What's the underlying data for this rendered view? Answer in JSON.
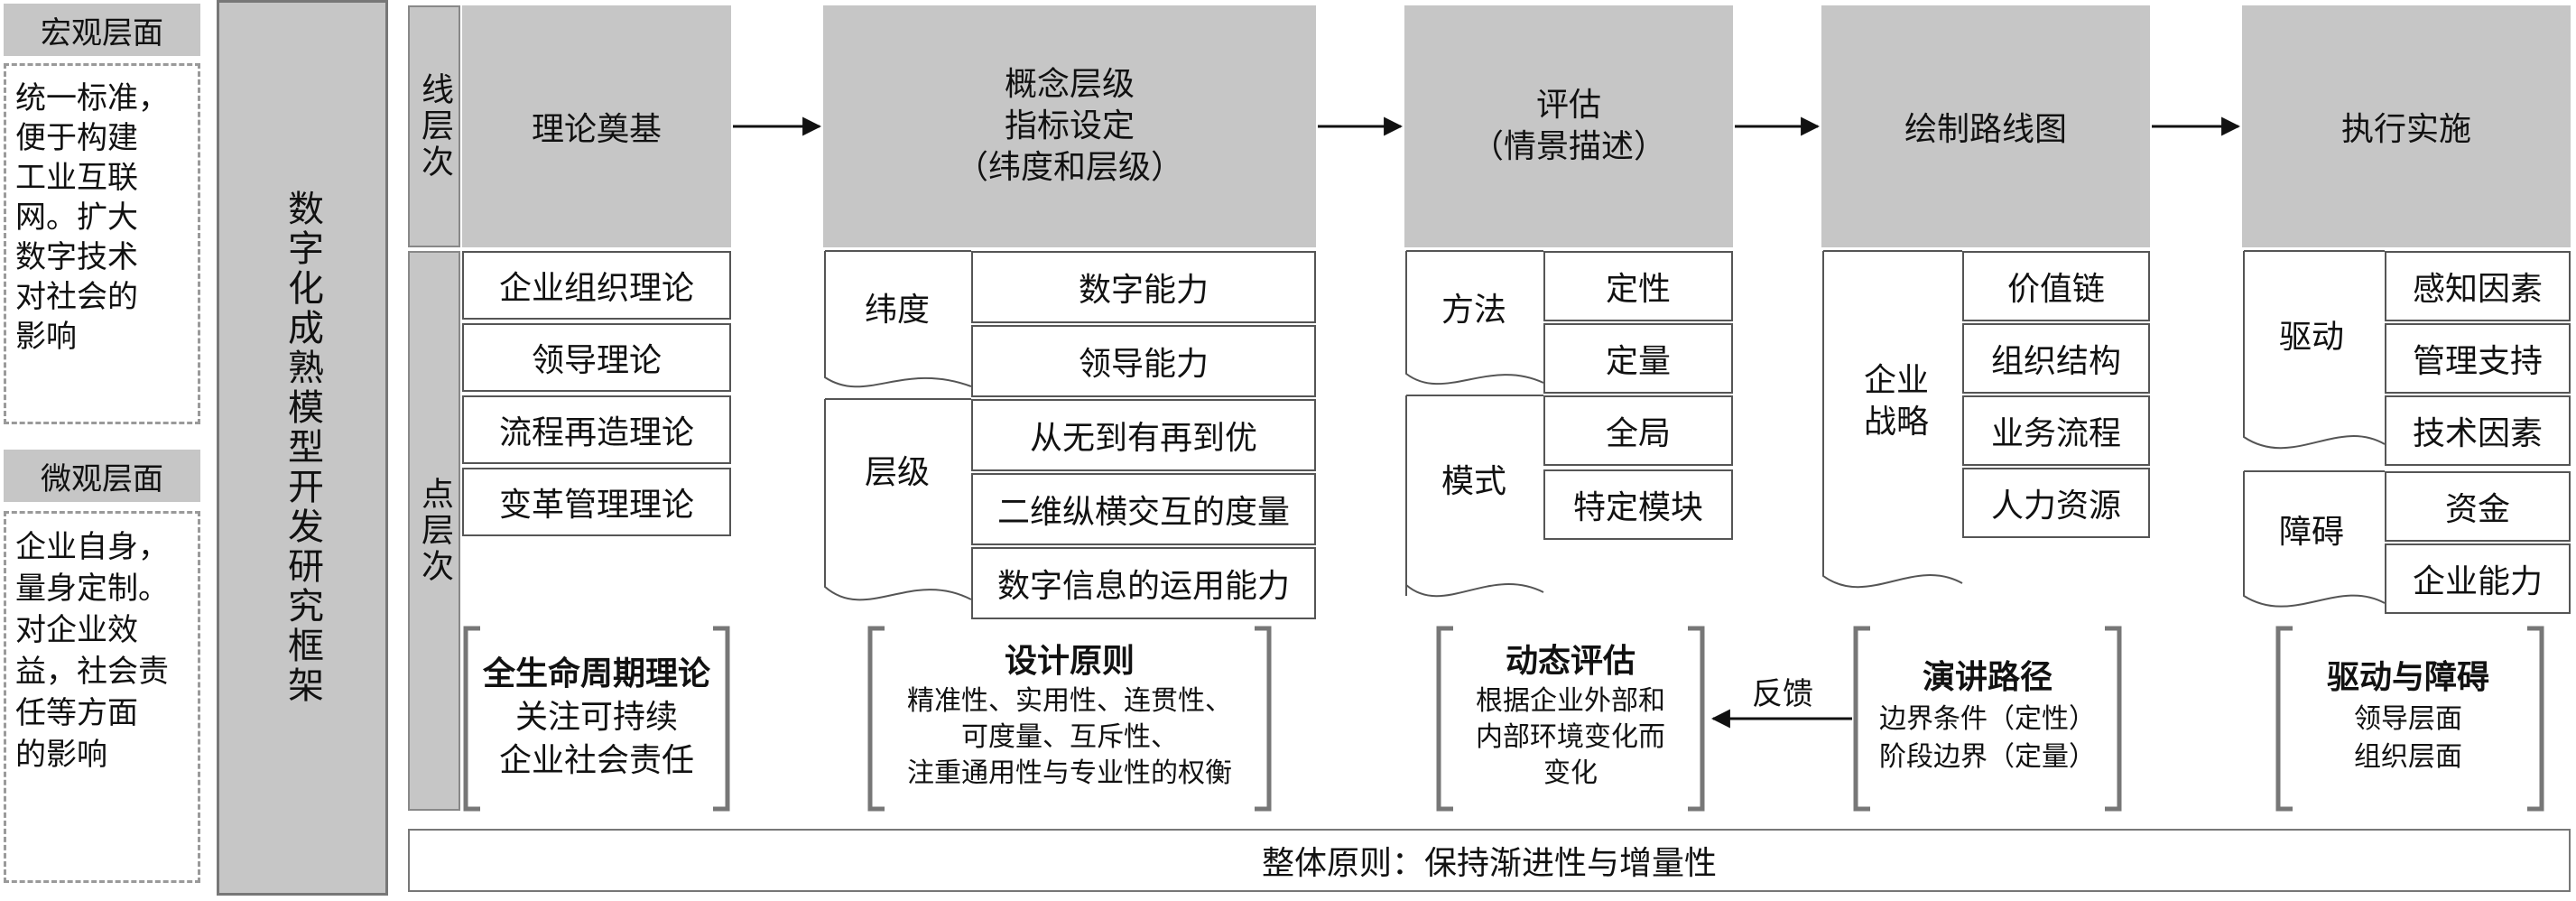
{
  "left_panel": {
    "macro_label": "宏观层面",
    "macro_text": "统一标准，\n便于构建\n工业互联\n网。扩大\n数字技术\n对社会的\n影响",
    "micro_label": "微观层面",
    "micro_text": "企业自身，\n量身定制。\n对企业效\n益，社会责\n任等方面\n的影响"
  },
  "framework_title": "数字化成熟模型开发研究框架",
  "line_level": "线层次",
  "point_level": "点层次",
  "stages": {
    "s1": "理论奠基",
    "s2": "概念层级\n指标设定\n（纬度和层级）",
    "s3": "评估\n（情景描述）",
    "s4": "绘制路线图",
    "s5": "执行实施"
  },
  "col1": {
    "items": [
      "企业组织理论",
      "领导理论",
      "流程再造理论",
      "变革管理理论"
    ],
    "bracket": [
      "全生命周期理论",
      "关注可持续",
      "企业社会责任"
    ]
  },
  "col2": {
    "group1_label": "纬度",
    "group1_items": [
      "数字能力",
      "领导能力"
    ],
    "group2_label": "层级",
    "group2_items": [
      "从无到有再到优",
      "二维纵横交互的度量",
      "数字信息的运用能力"
    ],
    "bracket_title": "设计原则",
    "bracket_lines": [
      "精准性、实用性、连贯性、",
      "可度量、互斥性、",
      "注重通用性与专业性的权衡"
    ]
  },
  "col3": {
    "group1_label": "方法",
    "group1_items": [
      "定性",
      "定量"
    ],
    "group2_label": "模式",
    "group2_items": [
      "全局",
      "特定模块"
    ],
    "bracket_title": "动态评估",
    "bracket_lines": [
      "根据企业外部和",
      "内部环境变化而",
      "变化"
    ]
  },
  "col4": {
    "label": "企业\n战略",
    "items": [
      "价值链",
      "组织结构",
      "业务流程",
      "人力资源"
    ],
    "bracket_title": "演讲路径",
    "bracket_lines": [
      "边界条件（定性）",
      "阶段边界（定量）"
    ]
  },
  "col5": {
    "group1_label": "驱动",
    "group1_items": [
      "感知因素",
      "管理支持",
      "技术因素"
    ],
    "group2_label": "障碍",
    "group2_items": [
      "资金",
      "企业能力"
    ],
    "bracket_title": "驱动与障碍",
    "bracket_lines": [
      "领导层面",
      "组织层面"
    ]
  },
  "feedback_label": "反馈",
  "bottom_principle": "整体原则：保持渐进性与增量性"
}
